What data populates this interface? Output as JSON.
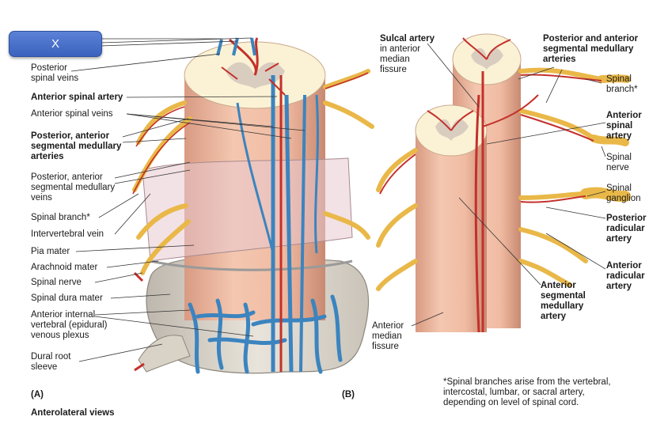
{
  "close_button": {
    "label": "X"
  },
  "panel_a": {
    "labels": {
      "posterior_spinal_veins": "Posterior\nspinal veins",
      "anterior_spinal_artery": "Anterior spinal artery",
      "anterior_spinal_veins": "Anterior spinal veins",
      "post_ant_seg_arteries": "Posterior, anterior\nsegmental medullary\narteries",
      "post_ant_seg_veins": "Posterior, anterior\nsegmental medullary\nveins",
      "spinal_branch": "Spinal branch*",
      "intervertebral_vein": "Intervertebral vein",
      "pia_mater": "Pia mater",
      "arachnoid_mater": "Arachnoid mater",
      "spinal_nerve": "Spinal nerve",
      "spinal_dura_mater": "Spinal dura mater",
      "venous_plexus": "Anterior internal\nvertebral (epidural)\nvenous plexus",
      "dural_root_sleeve": "Dural root\nsleeve"
    },
    "panel_letter": "(A)",
    "caption": "Anterolateral views"
  },
  "panel_b": {
    "labels": {
      "sulcal_artery_title": "Sulcal artery",
      "sulcal_artery_sub": "in anterior\nmedian\nfissure",
      "post_ant_seg_arteries": "Posterior and anterior\nsegmental medullary\narteries",
      "spinal_branch": "Spinal\nbranch*",
      "anterior_spinal_artery": "Anterior\nspinal\nartery",
      "spinal_nerve": "Spinal\nnerve",
      "spinal_ganglion": "Spinal\nganglion",
      "posterior_radicular": "Posterior\nradicular\nartery",
      "anterior_radicular": "Anterior\nradicular\nartery",
      "anterior_seg_medullary": "Anterior\nsegmental\nmedullary\nartery",
      "anterior_median_fissure": "Anterior\nmedian\nfissure"
    },
    "panel_letter": "(B)"
  },
  "footnote": "*Spinal branches arise from the vertebral,\nintercostal, lumbar, or sacral artery,\ndepending on level of spinal cord."
}
